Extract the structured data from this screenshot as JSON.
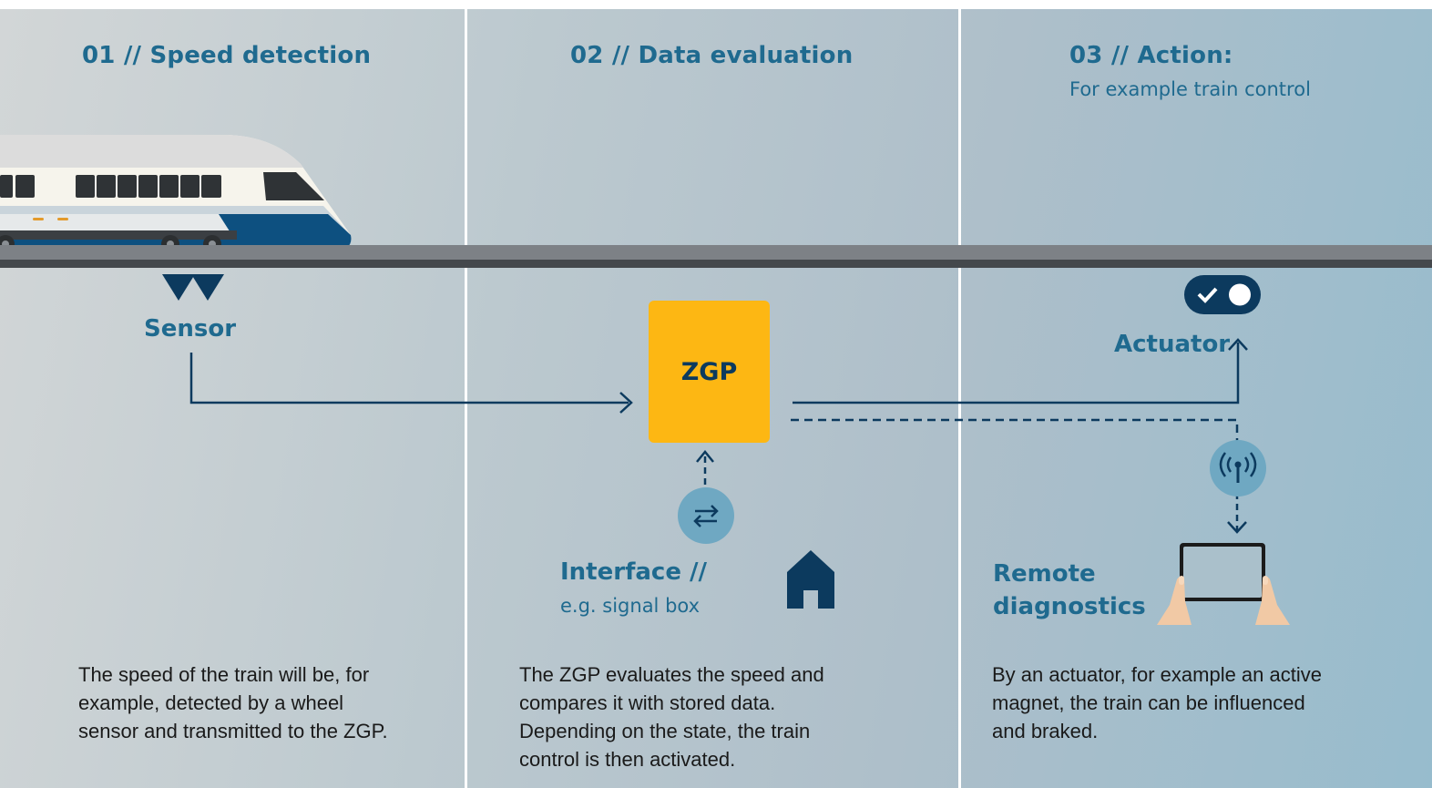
{
  "columns": [
    {
      "heading": "01 // Speed detection",
      "description": [
        "The speed of the train will be, for",
        "example, detected by a wheel",
        "sensor and transmitted to the ZGP."
      ]
    },
    {
      "heading": "02 // Data evaluation",
      "description": [
        "The ZGP evaluates the speed and",
        "compares it with stored data.",
        "Depending on the state, the train",
        "control is then activated."
      ]
    },
    {
      "heading": "03 // Action:",
      "subheading": "For example train control",
      "description": [
        "By an actuator, for example an active",
        "magnet, the train can be influenced",
        "and braked."
      ]
    }
  ],
  "nodes": {
    "sensor": "Sensor",
    "zgp": "ZGP",
    "actuator": "Actuator",
    "interface": "Interface //",
    "interface_sub": "e.g. signal box",
    "remote_line1": "Remote",
    "remote_line2": "diagnostics"
  },
  "icons": [
    "train-icon",
    "sensor-icon",
    "toggle-switch-icon",
    "swap-arrows-icon",
    "house-icon",
    "antenna-signal-icon",
    "tablet-hands-icon"
  ],
  "colors": {
    "accent_blue": "#1f6a8f",
    "dark_blue": "#0c3a5e",
    "zgp_yellow": "#fdb713",
    "icon_circle": "#6fa8c2",
    "track_gray": "#6e7378"
  }
}
